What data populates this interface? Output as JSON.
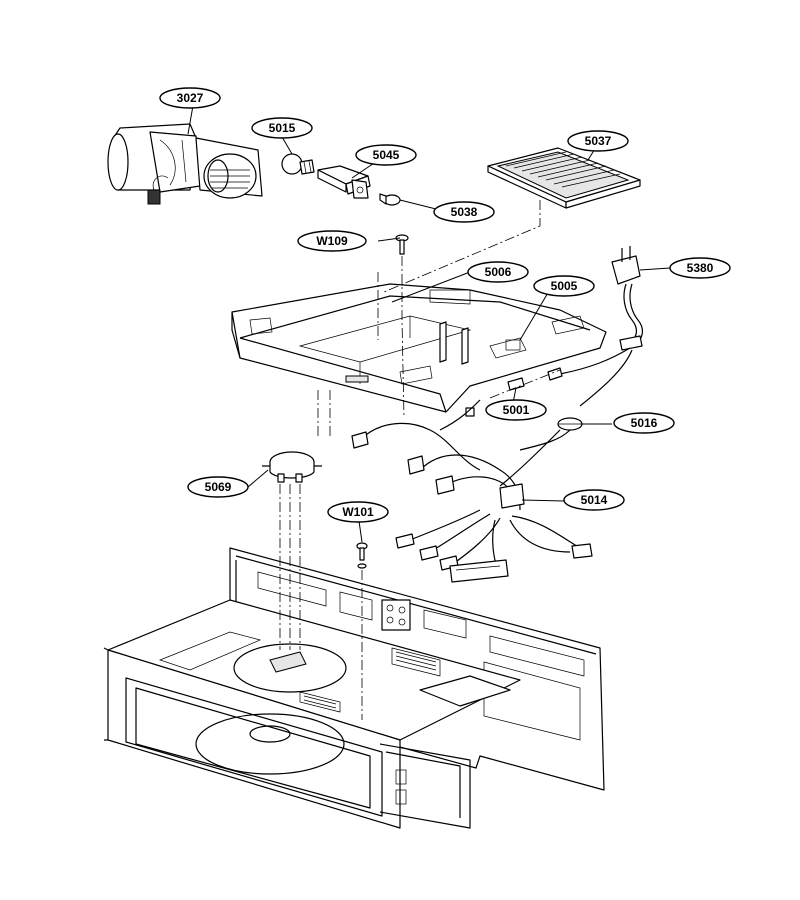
{
  "parts": [
    {
      "id": "p3027",
      "label": "3027"
    },
    {
      "id": "p5015",
      "label": "5015"
    },
    {
      "id": "p5045",
      "label": "5045"
    },
    {
      "id": "p5038",
      "label": "5038"
    },
    {
      "id": "p5037",
      "label": "5037"
    },
    {
      "id": "pW109",
      "label": "W109"
    },
    {
      "id": "p5006",
      "label": "5006"
    },
    {
      "id": "p5005",
      "label": "5005"
    },
    {
      "id": "p5380",
      "label": "5380"
    },
    {
      "id": "p5001",
      "label": "5001"
    },
    {
      "id": "p5016",
      "label": "5016"
    },
    {
      "id": "p5069",
      "label": "5069"
    },
    {
      "id": "pW101",
      "label": "W101"
    },
    {
      "id": "p5014",
      "label": "5014"
    }
  ]
}
